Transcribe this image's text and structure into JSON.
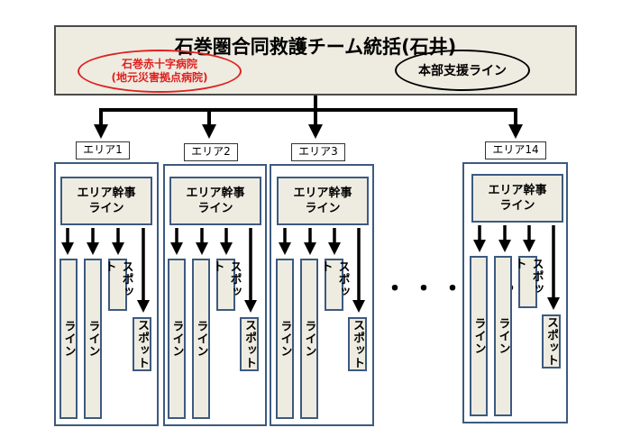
{
  "headquarters": {
    "title": "石巻圏合同救護チーム統括(石井)",
    "hospital_line1": "石巻赤十字病院",
    "hospital_line2": "(地元災害拠点病院)",
    "support_line": "本部支援ライン"
  },
  "areas": [
    {
      "label": "エリア1"
    },
    {
      "label": "エリア2"
    },
    {
      "label": "エリア3"
    },
    {
      "label": "エリア14"
    }
  ],
  "area_unit": {
    "manager_line1": "エリア幹事",
    "manager_line2": "ライン",
    "line_label": "ライン",
    "spot_label": "スポット"
  },
  "ellipsis": "・・・・・",
  "colors": {
    "box_fill": "#eeece1",
    "frame_blue": "#3d5a80",
    "hospital_red": "#e02020",
    "arrow": "#000000"
  }
}
